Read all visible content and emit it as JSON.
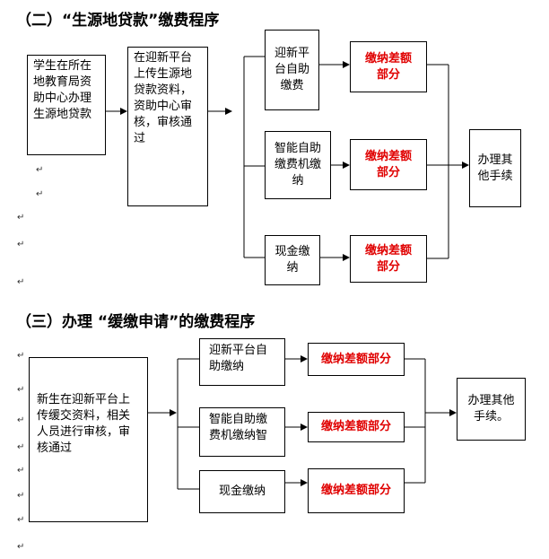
{
  "section2": {
    "title": "（二）“生源地贷款”缴费程序",
    "step1": "学生在所在地教育局资助中心办理生源地贷款",
    "step2": "在迎新平台上传生源地贷款资料，资助中心审核，审核通过",
    "options": [
      "迎新平台自助缴费",
      "智能自助缴费机缴纳",
      "现金缴纳"
    ],
    "pay_label": "缴纳差额部分",
    "final": "办理其他手续"
  },
  "section3": {
    "title": "（三）办理 “缓缴申请”的缴费程序",
    "step1": "新生在迎新平台上传缓交资料，相关人员进行审核，审核通过",
    "options": [
      "迎新平台自助缴纳",
      "智能自助缴费机缴纳智",
      "现金缴纳"
    ],
    "pay_label": "缴纳差额部分",
    "final": "办理其他手续。"
  }
}
